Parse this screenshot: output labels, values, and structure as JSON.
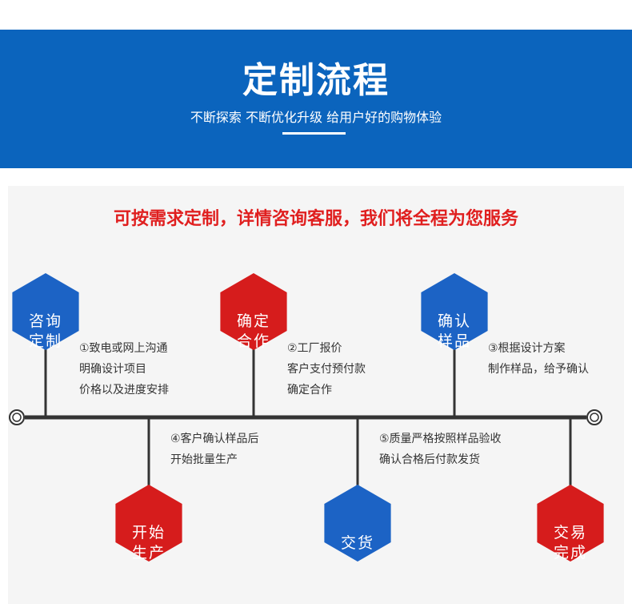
{
  "banner": {
    "title": "定制流程",
    "subtitle": "不断探索 不断优化升级 给用户好的购物体验"
  },
  "headline": "可按需求定制，详情咨询客服，我们将全程为您服务",
  "colors": {
    "banner_blue": "#0b64bd",
    "hex_blue": "#1c63c5",
    "hex_red": "#d61c1c",
    "headline_red": "#e01f1f",
    "timeline": "#333333",
    "panel": "#f5f5f5"
  },
  "steps_top": [
    {
      "label_line1": "咨询",
      "label_line2": "定制",
      "color": "blue",
      "desc": [
        "①致电或网上沟通",
        "明确设计项目",
        "价格以及进度安排"
      ]
    },
    {
      "label_line1": "确定",
      "label_line2": "合作",
      "color": "red",
      "desc": [
        "②工厂报价",
        "客户支付预付款",
        "确定合作"
      ]
    },
    {
      "label_line1": "确认",
      "label_line2": "样品",
      "color": "blue",
      "desc": [
        "③根据设计方案",
        "制作样品，给予确认"
      ]
    }
  ],
  "steps_bottom": [
    {
      "label_line1": "开始",
      "label_line2": "生产",
      "color": "red",
      "desc": [
        "④客户确认样品后",
        "开始批量生产"
      ]
    },
    {
      "label_line1": "交货",
      "label_line2": "",
      "color": "blue",
      "desc": [
        "⑤质量严格按照样品验收",
        "确认合格后付款发货"
      ]
    },
    {
      "label_line1": "交易",
      "label_line2": "完成",
      "color": "red",
      "desc": []
    }
  ]
}
